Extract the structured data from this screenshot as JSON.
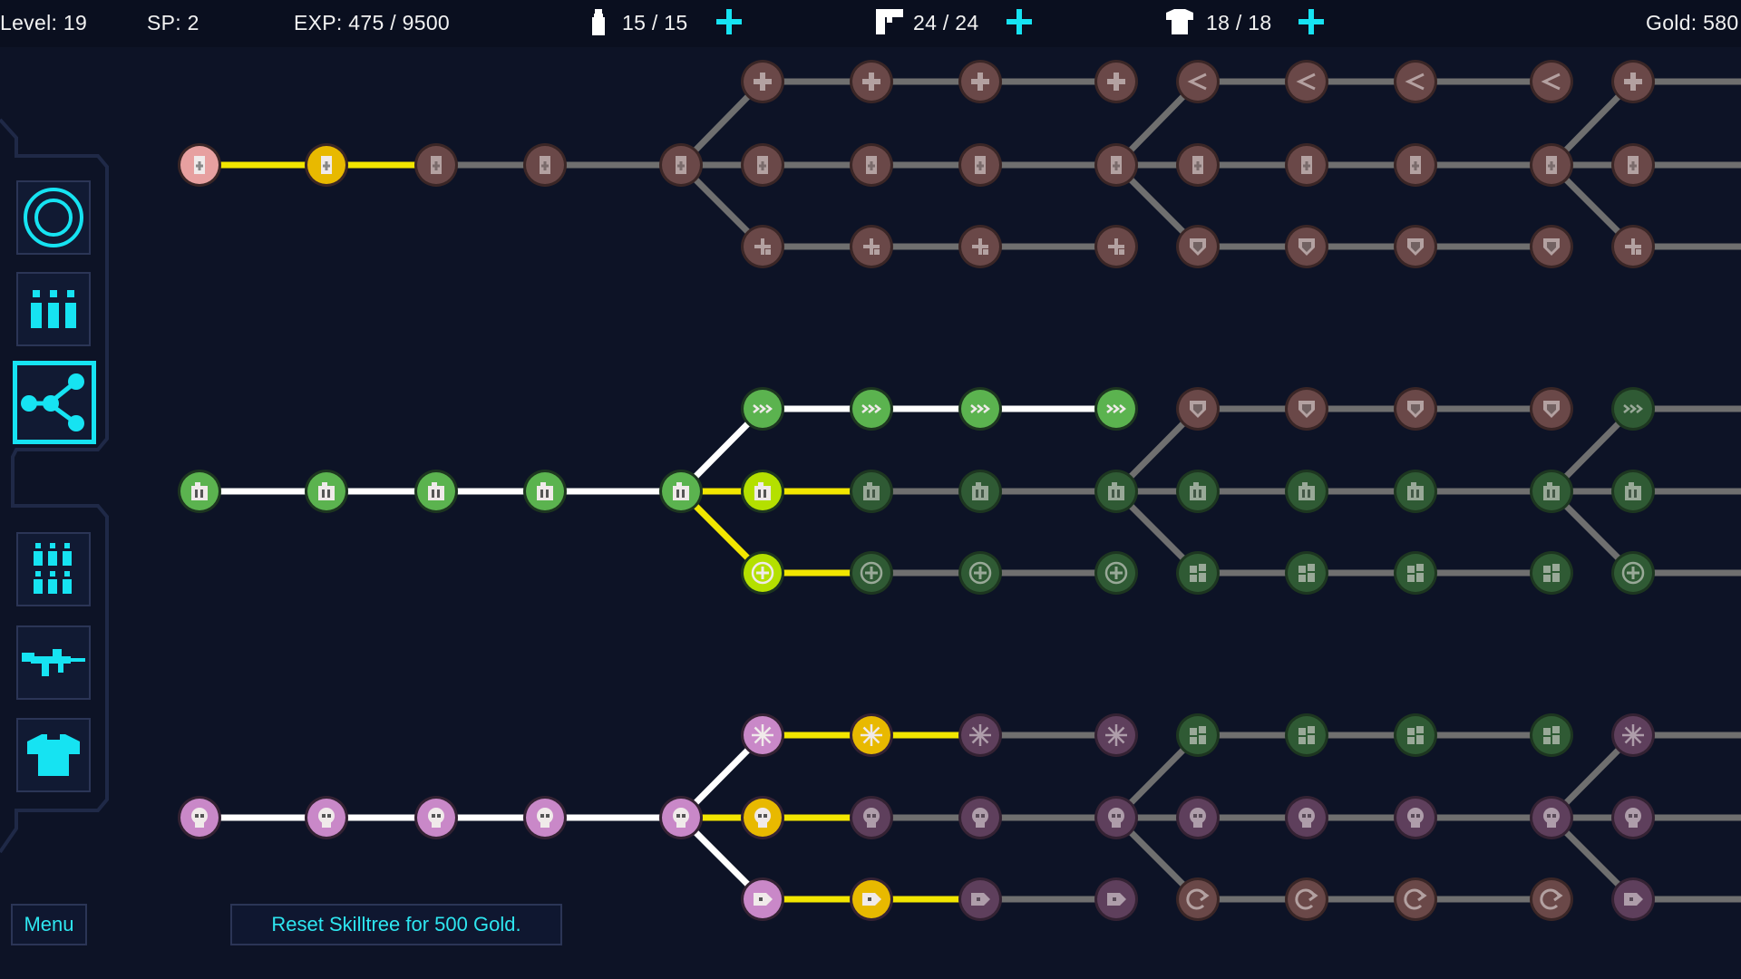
{
  "hud": {
    "level": "Level: 19",
    "sp": "SP: 2",
    "exp": "EXP: 475 / 9500",
    "stat1": "15 / 15",
    "stat2": "24 / 24",
    "stat3": "18 / 18",
    "gold": "Gold: 580"
  },
  "icons": {
    "stat1": "potion-icon",
    "stat2": "pistol-icon",
    "stat3": "shirt-icon",
    "plus": "plus-icon"
  },
  "sidebar": {
    "items": [
      {
        "name": "tab-rings",
        "icon": "ring-icon",
        "active": false
      },
      {
        "name": "tab-bullets",
        "icon": "bullets-icon",
        "active": false
      },
      {
        "name": "tab-skilltree",
        "icon": "skilltree-icon",
        "active": true
      },
      {
        "name": "tab-bullet-packs",
        "icon": "bullet-pack-icon",
        "active": false
      },
      {
        "name": "tab-rifle",
        "icon": "rifle-icon",
        "active": false
      },
      {
        "name": "tab-armor",
        "icon": "shirt-icon",
        "active": false
      }
    ]
  },
  "buttons": {
    "menu": "Menu",
    "reset": "Reset Skilltree for 500 Gold."
  },
  "colors": {
    "background": "#0d1326",
    "accent": "#16e3f2",
    "selected_path": "#f2e600",
    "unlocked_path": "#ffffff",
    "locked_path": "#6f6f6f",
    "red_unlocked": "#e7a0a0",
    "red_selected": "#e8b900",
    "red_locked": "#6a4848",
    "green_unlocked": "#5bb34f",
    "green_selected": "#b4e000",
    "green_locked": "#2f5a34",
    "pink_unlocked": "#c988c8",
    "pink_selected": "#e8b900",
    "pink_locked": "#5e3f5c"
  },
  "skilltree": {
    "branches": [
      {
        "name": "health",
        "trunk": [
          "health-potion-icon",
          "health-potion-icon",
          "health-potion-icon",
          "health-potion-icon",
          "health-potion-icon"
        ],
        "trunk_states": [
          "unlocked",
          "selected",
          "locked",
          "locked",
          "locked"
        ],
        "top": [
          "cross-icon",
          "cross-icon",
          "cross-icon",
          "cross-icon"
        ],
        "mid": [
          "health-potion-icon",
          "health-potion-icon",
          "health-potion-icon",
          "health-potion-icon"
        ],
        "bot": [
          "multi-cross-icon",
          "multi-cross-icon",
          "multi-cross-icon",
          "multi-cross-icon"
        ],
        "top_states": [
          "locked",
          "locked",
          "locked",
          "locked"
        ],
        "mid_states": [
          "locked",
          "locked",
          "locked",
          "locked"
        ],
        "bot_states": [
          "locked",
          "locked",
          "locked",
          "locked"
        ],
        "far_top": [
          "return-arrow-icon",
          "return-arrow-icon",
          "return-arrow-icon",
          "return-arrow-icon"
        ],
        "far_mid": [
          "health-potion-icon",
          "health-potion-icon",
          "health-potion-icon",
          "health-potion-icon"
        ],
        "far_bot": [
          "shield-icon",
          "shield-icon",
          "shield-icon",
          "shield-icon"
        ],
        "edge_top": "cross-icon",
        "edge_mid": "health-potion-icon",
        "edge_bot": "multi-cross-icon"
      },
      {
        "name": "ammo",
        "trunk": [
          "ammo-box-icon",
          "ammo-box-icon",
          "ammo-box-icon",
          "ammo-box-icon",
          "ammo-box-icon"
        ],
        "trunk_states": [
          "unlocked",
          "unlocked",
          "unlocked",
          "unlocked",
          "unlocked"
        ],
        "top": [
          "fast-forward-icon",
          "fast-forward-icon",
          "fast-forward-icon",
          "fast-forward-icon"
        ],
        "mid": [
          "ammo-box-icon",
          "ammo-box-icon",
          "ammo-box-icon",
          "ammo-box-icon"
        ],
        "bot": [
          "plus-circle-icon",
          "plus-circle-icon",
          "plus-circle-icon",
          "plus-circle-icon"
        ],
        "top_states": [
          "unlocked",
          "unlocked",
          "unlocked",
          "unlocked"
        ],
        "mid_states": [
          "selected",
          "locked",
          "locked",
          "locked"
        ],
        "bot_states": [
          "selected",
          "locked",
          "locked",
          "locked"
        ],
        "far_top": [
          "shield-icon",
          "shield-icon",
          "shield-icon",
          "shield-icon"
        ],
        "far_mid": [
          "ammo-box-icon",
          "ammo-box-icon",
          "ammo-box-icon",
          "ammo-box-icon"
        ],
        "far_bot": [
          "ammo-pack-icon",
          "ammo-pack-icon",
          "ammo-pack-icon",
          "ammo-pack-icon"
        ],
        "edge_top": "fast-forward-icon",
        "edge_mid": "ammo-box-icon",
        "edge_bot": "plus-circle-icon"
      },
      {
        "name": "skull",
        "trunk": [
          "skull-icon",
          "skull-icon",
          "skull-icon",
          "skull-icon",
          "skull-icon"
        ],
        "trunk_states": [
          "unlocked",
          "unlocked",
          "unlocked",
          "unlocked",
          "unlocked"
        ],
        "top": [
          "burst-icon",
          "burst-icon",
          "burst-icon",
          "burst-icon"
        ],
        "mid": [
          "skull-icon",
          "skull-icon",
          "skull-icon",
          "skull-icon"
        ],
        "bot": [
          "tag-icon",
          "tag-icon",
          "tag-icon",
          "tag-icon"
        ],
        "top_states": [
          "unlocked",
          "selected",
          "locked",
          "locked"
        ],
        "mid_states": [
          "selected",
          "locked",
          "locked",
          "locked"
        ],
        "bot_states": [
          "unlocked",
          "selected",
          "locked",
          "locked"
        ],
        "far_top": [
          "ammo-pack-icon",
          "ammo-pack-icon",
          "ammo-pack-icon",
          "ammo-pack-icon"
        ],
        "far_mid": [
          "skull-icon",
          "skull-icon",
          "skull-icon",
          "skull-icon"
        ],
        "far_bot": [
          "reload-icon",
          "reload-icon",
          "reload-icon",
          "reload-icon"
        ],
        "edge_top": "burst-icon",
        "edge_mid": "skull-icon",
        "edge_bot": "tag-icon"
      }
    ]
  }
}
